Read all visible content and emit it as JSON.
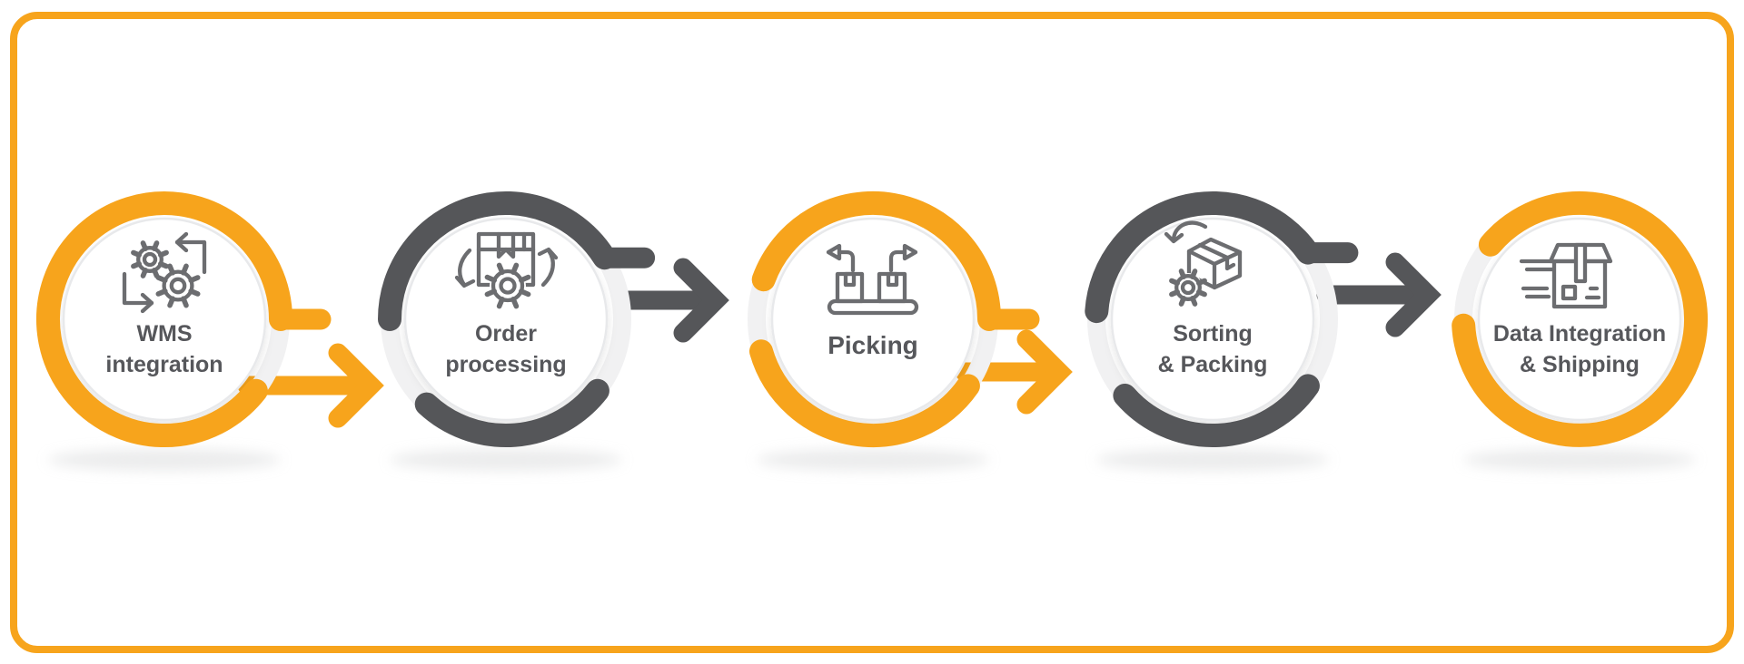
{
  "diagram": {
    "name": "warehouse-fulfillment-process-flow",
    "colors": {
      "orange": "#F7A41C",
      "dark": "#555659",
      "icon": "#6C6D70",
      "label": "#56575B",
      "track": "#F1F1F2",
      "circle_fill": "#FFFFFF",
      "circle_stroke": "#E8E9EB",
      "shadow": "#D8D9DA",
      "background": "#FFFFFF",
      "frame_border": "#F7A41C"
    },
    "steps": [
      {
        "slug": "wms-integration",
        "label_lines": [
          "WMS",
          "integration"
        ],
        "ring_color": "orange",
        "icon": "sync-gears-icon"
      },
      {
        "slug": "order-processing",
        "label_lines": [
          "Order",
          "processing"
        ],
        "ring_color": "dark",
        "icon": "order-gear-cycle-icon"
      },
      {
        "slug": "picking",
        "label_lines": [
          "Picking"
        ],
        "ring_color": "orange",
        "icon": "conveyor-boxes-icon"
      },
      {
        "slug": "sorting-packing",
        "label_lines": [
          "Sorting",
          "& Packing"
        ],
        "ring_color": "dark",
        "icon": "box-gear-arrow-icon"
      },
      {
        "slug": "data-integration-shipping",
        "label_lines": [
          "Data Integration",
          "& Shipping"
        ],
        "ring_color": "orange",
        "icon": "shipping-box-speed-icon"
      }
    ],
    "connectors": [
      {
        "from": "wms-integration",
        "to": "order-processing",
        "color": "orange"
      },
      {
        "from": "order-processing",
        "to": "picking",
        "color": "dark"
      },
      {
        "from": "picking",
        "to": "sorting-packing",
        "color": "orange"
      },
      {
        "from": "sorting-packing",
        "to": "data-integration-shipping",
        "color": "dark"
      }
    ]
  }
}
